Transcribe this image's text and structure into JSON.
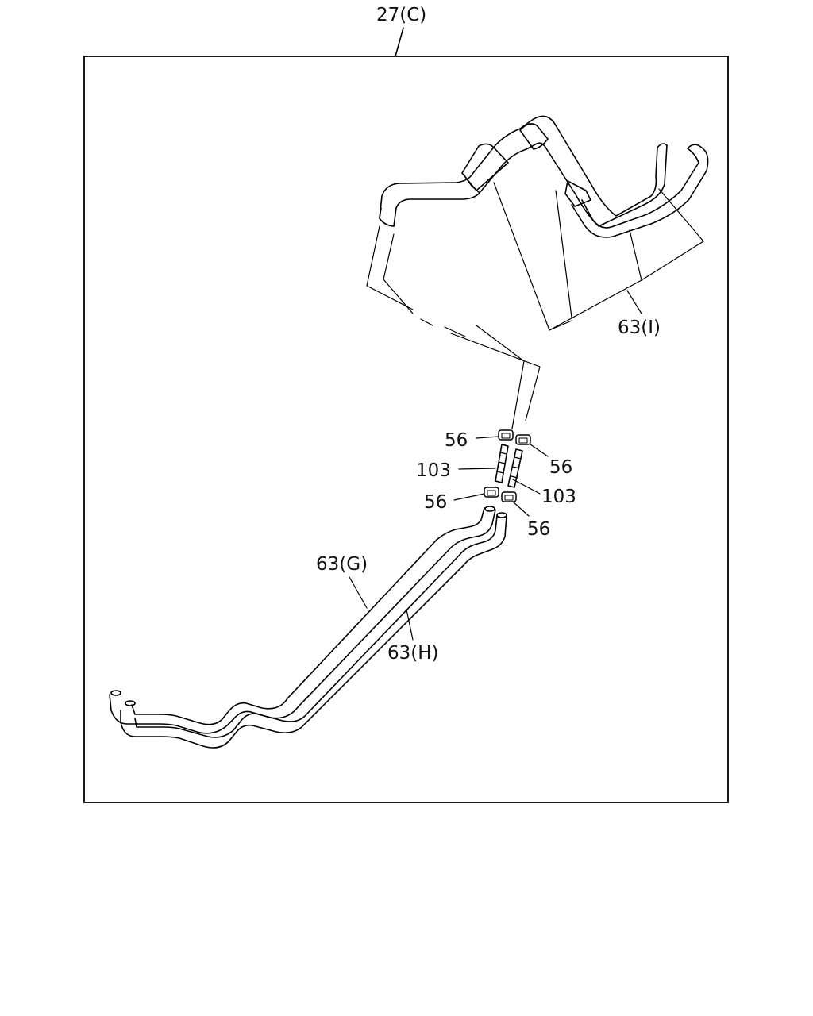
{
  "diagram": {
    "assembly_label": "27(C)",
    "labels": {
      "pipe_i": "63(I)",
      "pipe_g": "63(G)",
      "pipe_h": "63(H)",
      "clamp_upper_left": "56",
      "clamp_upper_right": "56",
      "clamp_lower_left": "56",
      "clamp_lower_right": "56",
      "hose_left": "103",
      "hose_right": "103"
    }
  }
}
